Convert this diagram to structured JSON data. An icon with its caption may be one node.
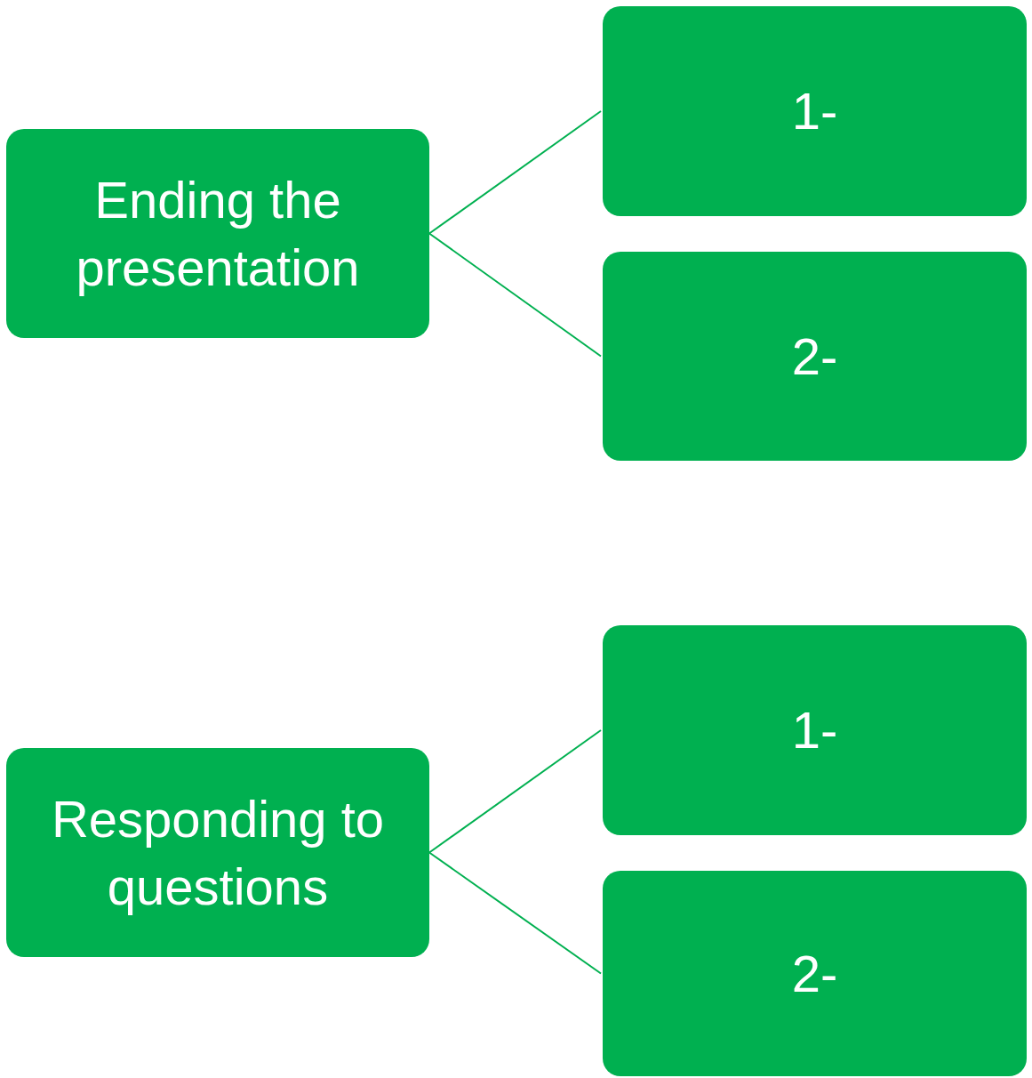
{
  "diagram": {
    "nodes": [
      {
        "text": [
          "Ending the presentation"
        ]
      },
      {
        "text": [
          "1-"
        ]
      },
      {
        "text": [
          "2-"
        ]
      },
      {
        "text": [
          "Responding to questions"
        ]
      },
      {
        "text": [
          "1-"
        ]
      },
      {
        "text": [
          "2-"
        ]
      }
    ],
    "edges": [
      {
        "from": 0,
        "to": 1,
        "arrow": "none"
      },
      {
        "from": 0,
        "to": 2,
        "arrow": "none"
      },
      {
        "from": 3,
        "to": 4,
        "arrow": "none"
      },
      {
        "from": 3,
        "to": 5,
        "arrow": "none"
      }
    ]
  }
}
